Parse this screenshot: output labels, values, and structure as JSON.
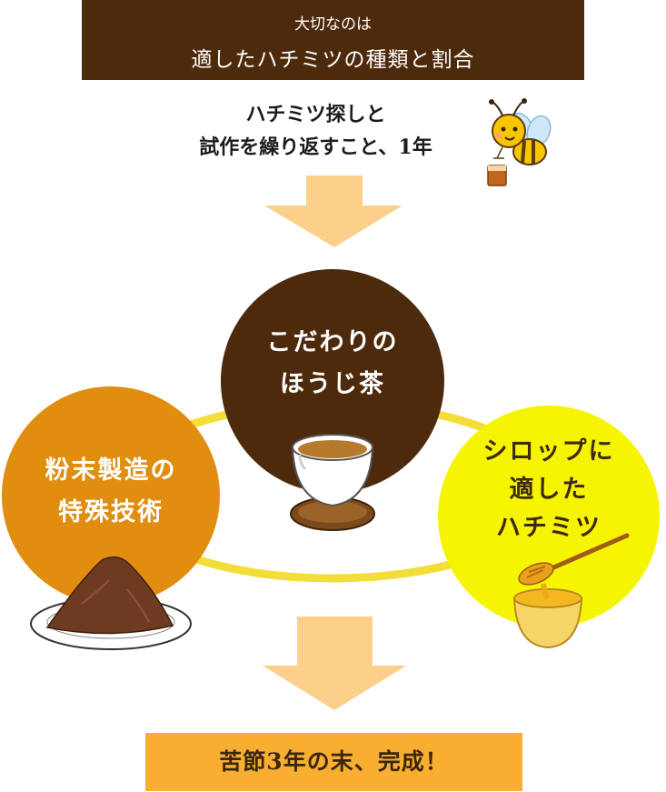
{
  "header": {
    "subtitle": "大切なのは",
    "title": "適したハチミツの種類と割合"
  },
  "intro": {
    "line1": "ハチミツ探しと",
    "line2": "試作を繰り返すこと、1年"
  },
  "circles": {
    "tea": {
      "line1": "こだわりの",
      "line2": "ほうじ茶"
    },
    "powder": {
      "line1": "粉末製造の",
      "line2": "特殊技術"
    },
    "honey": {
      "line1": "シロップに",
      "line2": "適した",
      "line3": "ハチミツ"
    }
  },
  "footer": {
    "text": "苦節3年の末、完成！"
  },
  "colors": {
    "dark_brown": "#4e2a0c",
    "orange": "#e08d10",
    "yellow": "#f7f400",
    "arrow": "#fcd08a",
    "ring": "#f3dd3a",
    "footer": "#f8ae30"
  },
  "icons": [
    "bee-icon",
    "teacup-icon",
    "powder-plate-icon",
    "honey-bowl-icon",
    "honey-dipper-icon",
    "down-arrow-icon"
  ]
}
